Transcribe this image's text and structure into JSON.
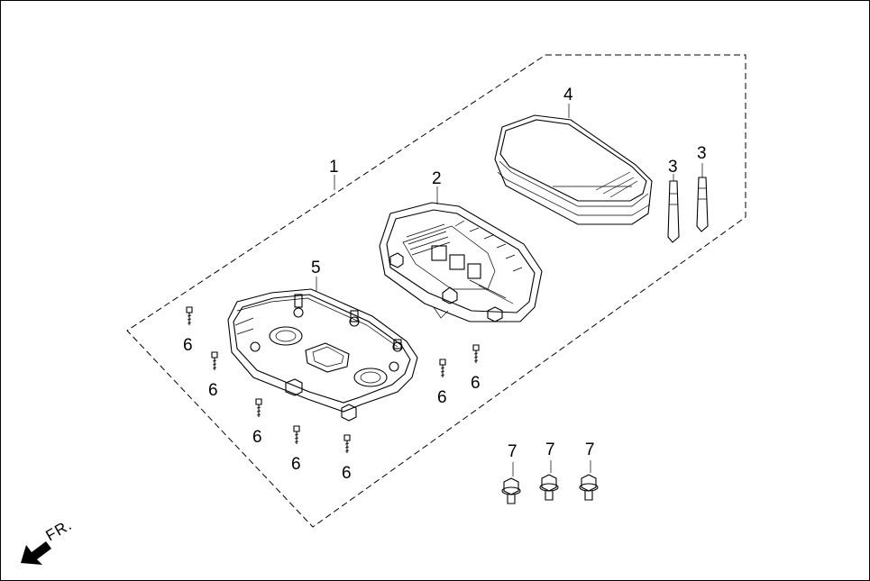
{
  "diagram": {
    "callouts": [
      {
        "id": "c1",
        "text": "1"
      },
      {
        "id": "c2",
        "text": "2"
      },
      {
        "id": "c3a",
        "text": "3"
      },
      {
        "id": "c3b",
        "text": "3"
      },
      {
        "id": "c4",
        "text": "4"
      },
      {
        "id": "c5",
        "text": "5"
      },
      {
        "id": "c6a",
        "text": "6"
      },
      {
        "id": "c6b",
        "text": "6"
      },
      {
        "id": "c6c",
        "text": "6"
      },
      {
        "id": "c6d",
        "text": "6"
      },
      {
        "id": "c6e",
        "text": "6"
      },
      {
        "id": "c6f",
        "text": "6"
      },
      {
        "id": "c6g",
        "text": "6"
      },
      {
        "id": "c7a",
        "text": "7"
      },
      {
        "id": "c7b",
        "text": "7"
      },
      {
        "id": "c7c",
        "text": "7"
      }
    ],
    "direction_label": "FR.",
    "line_color": "#000000",
    "background_color": "#ffffff"
  }
}
